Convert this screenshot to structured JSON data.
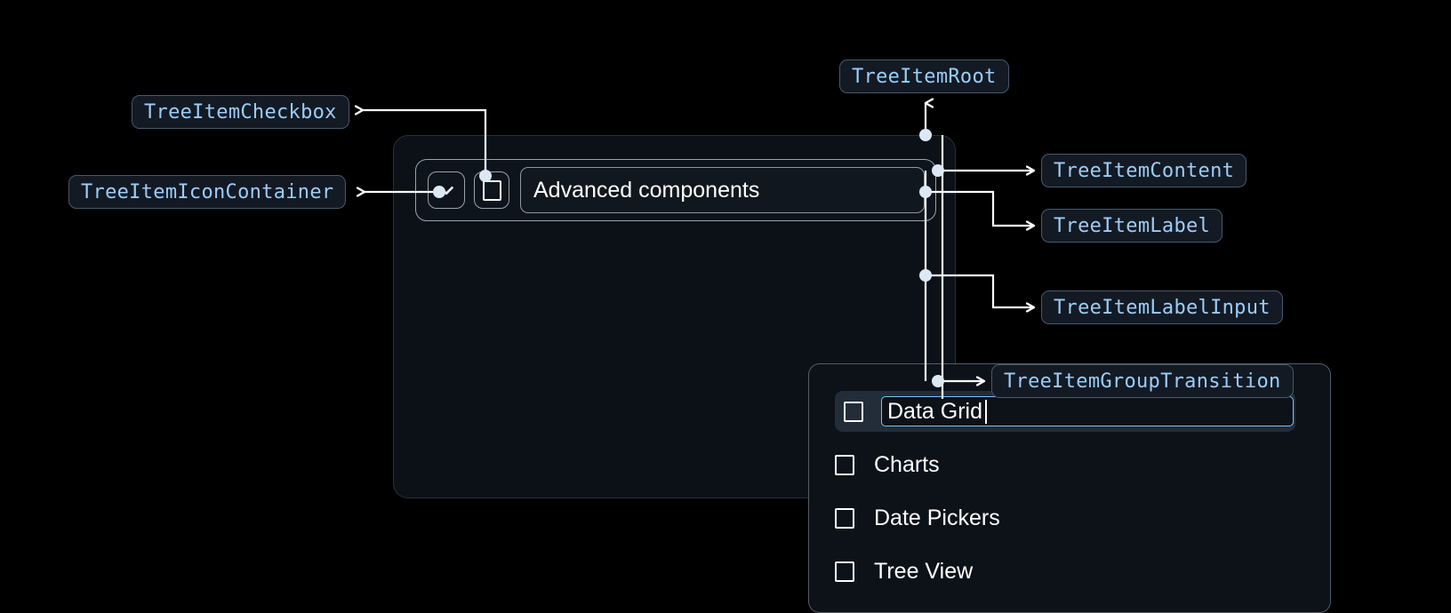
{
  "theme": {
    "page_background": "#000000",
    "chip_background": "#131a24",
    "chip_border": "#48586b",
    "chip_text": "#9ccdf7",
    "card_background": "#0c1117",
    "card_border": "#2a3039",
    "group_border": "#545c66",
    "selected_row_background": "#222d39",
    "input_focus_border": "#7fc0ef",
    "connector_color": "#ffffff",
    "text_primary": "#ffffff"
  },
  "annotations": [
    {
      "id": "tree-item-checkbox",
      "label": "TreeItemCheckbox"
    },
    {
      "id": "tree-item-icon-container",
      "label": "TreeItemIconContainer"
    },
    {
      "id": "tree-item-root",
      "label": "TreeItemRoot"
    },
    {
      "id": "tree-item-content",
      "label": "TreeItemContent"
    },
    {
      "id": "tree-item-label",
      "label": "TreeItemLabel"
    },
    {
      "id": "tree-item-label-input",
      "label": "TreeItemLabelInput"
    },
    {
      "id": "tree-item-group-transition",
      "label": "TreeItemGroupTransition"
    }
  ],
  "tree": {
    "root_item": {
      "label": "Advanced components",
      "expand_icon": "chevron-down-icon",
      "checkbox_checked": false
    },
    "children": [
      {
        "label": "Data Grid",
        "checked": false,
        "editing": true,
        "selected": true
      },
      {
        "label": "Charts",
        "checked": false,
        "editing": false,
        "selected": false
      },
      {
        "label": "Date Pickers",
        "checked": false,
        "editing": false,
        "selected": false
      },
      {
        "label": "Tree View",
        "checked": false,
        "editing": false,
        "selected": false
      }
    ]
  }
}
